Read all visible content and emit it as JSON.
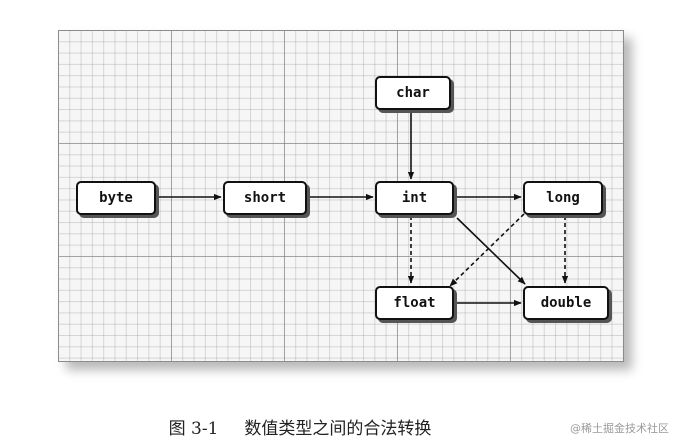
{
  "diagram": {
    "nodes": [
      {
        "id": "byte",
        "label": "byte"
      },
      {
        "id": "short",
        "label": "short"
      },
      {
        "id": "char",
        "label": "char"
      },
      {
        "id": "int",
        "label": "int"
      },
      {
        "id": "long",
        "label": "long"
      },
      {
        "id": "float",
        "label": "float"
      },
      {
        "id": "double",
        "label": "double"
      }
    ],
    "edges": [
      {
        "from": "byte",
        "to": "short",
        "style": "solid"
      },
      {
        "from": "short",
        "to": "int",
        "style": "solid"
      },
      {
        "from": "char",
        "to": "int",
        "style": "solid"
      },
      {
        "from": "int",
        "to": "long",
        "style": "solid"
      },
      {
        "from": "int",
        "to": "float",
        "style": "dashed"
      },
      {
        "from": "int",
        "to": "double",
        "style": "solid"
      },
      {
        "from": "long",
        "to": "float",
        "style": "dashed"
      },
      {
        "from": "long",
        "to": "double",
        "style": "dashed"
      },
      {
        "from": "float",
        "to": "double",
        "style": "solid"
      }
    ]
  },
  "caption": {
    "figure_number": "图 3-1",
    "title": "数值类型之间的合法转换"
  },
  "watermark": "@稀土掘金技术社区"
}
